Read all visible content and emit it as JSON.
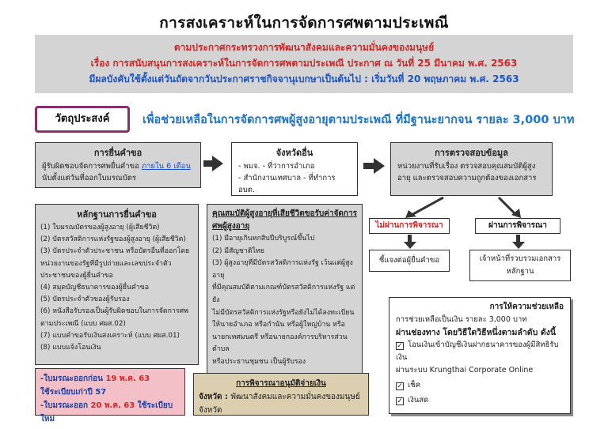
{
  "title": "การสงเคราะห์ในการจัดการศพตามประเพณี",
  "header": {
    "line1": "ตามประกาศกระทรวงการพัฒนาสังคมและความมั่นคงของมนุษย์",
    "line2": "เรื่อง การสนับสนุนการสงเคราะห์ในการจัดการศพตามประเพณี ประกาศ ณ วันที่ 25 มีนาคม พ.ศ. 2563",
    "line3": "มีผลบังคับใช้ตั้งแต่วันถัดจากวันประกาศราชกิจจานุเบกษาเป็นต้นไป : เริ่มวันที่ 20 พฤษภาคม พ.ศ. 2563"
  },
  "objective": {
    "label": "วัตถุประสงค์",
    "text": "เพื่อช่วยเหลือในการจัดการศพผู้สูงอายุตามประเพณี ที่มีฐานะยากจน รายละ 3,000 บาท"
  },
  "apply": {
    "head": "การยื่นคำขอ",
    "body1": "ผู้รับผิดชอบจัดการศพยื่นคำขอ ",
    "link": "ภายใน 6 เดือน",
    "body2": "นับตั้งแต่วันที่ออกใบมรณบัตร"
  },
  "province": {
    "head": "จังหวัดอื่น",
    "item1": "- พมจ. - ที่ว่าการอำเภอ",
    "item2": "- สำนักงานเทศบาล - ที่ทำการ อบต."
  },
  "verify": {
    "head": "การตรวจสอบข้อมูล",
    "body": "หน่วยงานที่รับเรื่อง ตรวจสอบคุณสมบัติผู้สูงอายุ และตรวจสอบความถูกต้องของเอกสาร"
  },
  "evidence": {
    "head": "หลักฐานการยื่นคำขอ",
    "items": [
      "(1) ใบมรณบัตรของผู้สูงอายุ (ผู้เสียชีวิต)",
      "(2) บัตรสวัสดิการแห่งรัฐของผู้สูงอายุ (ผู้เสียชีวิต)",
      "(3) บัตรประจำตัวประชาชน หรือบัตรอื่นที่ออกโดย",
      "หน่วยงานของรัฐที่มีรูปถ่ายและเลขประจำตัว",
      "ประชาชนของผู้ยื่นคำขอ",
      "(4) สมุดบัญชีธนาคารของผู้ยื่นคำขอ",
      "(5) บัตรประจำตัวของผู้รับรอง",
      "(6) หนังสือรับรองเป็นผู้รับผิดชอบในการจัดการศพ",
      "ตามประเพณี (แบบ ศผส.02)",
      "(7) แบบคำขอรับเงินสงเคราะห์ (แบบ ศผส.01)",
      "(8) แบบแจ้งโอนเงิน"
    ]
  },
  "qualification": {
    "head": "คุณสมบัติผู้สูงอายุที่เสียชีวิตขอรับค่าจัดการศพผู้สูงอายุ",
    "items": [
      "(1) มีอายุเกินหกสิบปีบริบูรณ์ขึ้นไป",
      "(2) มีสัญชาติไทย",
      "(3) ผู้สูงอายุที่มีบัตรสวัสดิการแห่งรัฐ เว้นแต่ผู้สูงอายุ",
      "ที่มีคุณสมบัติตามเกณฑ์บัตรสวัสดิการแห่งรัฐ แต่ยัง",
      "ไม่มีบัตรสวัสดิการแห่งรัฐหรือยังไม่ได้ลงทะเบียน",
      "ให้นายอำเภอ หรือกำนัน หรือผู้ใหญ่บ้าน หรือ",
      "นายกเทศมนตรี หรือนายกองค์การบริหารส่วนตำบล",
      "หรือประธานชุมชน เป็นผู้รับรอง"
    ]
  },
  "fail": {
    "label": "ไม่ผ่านการพิจารณา",
    "note": "ชี้แจงต่อผู้ยื่นคำขอ"
  },
  "pass": {
    "label": "ผ่านการพิจารณา",
    "note1": "เจ้าหน้าที่รวบรวมเอกสาร",
    "note2": "หลักฐาน"
  },
  "help": {
    "head": "การให้ความช่วยเหลือ",
    "amount": "การช่วยเหลือเป็นเงิน รายละ 3,000 บาท",
    "channels": "ผ่านช่องทาง โดยวิธีใดวิธีหนึ่งตามลำดับ ดังนี้",
    "opt1a": "โอนเงินเข้าบัญชีเงินฝากธนาคารของผู้มีสิทธิรับเงิน",
    "opt1b": "ผ่านระบบ Krungthai Corporate Online",
    "opt2": "เช็ค",
    "opt3": "เงินสด",
    "check": "✓"
  },
  "deadline": {
    "line1a": "-ใบมรณะออกก่อน ",
    "line1b": "19 พ.ค. 63",
    "line2": "ใช้ระเบียบเก่าปี 57",
    "line3a": "-ใบมรณะออก ",
    "line3b": "20 พ.ค. 63",
    "line3c": " ใช้ระเบียบใหม่"
  },
  "approve": {
    "head": "การพิจารณาอนุมัติจ่ายเงิน",
    "label": "จังหวัด : ",
    "body": "พัฒนาสังคมและความมั่นคงของมนุษย์จังหวัด"
  }
}
